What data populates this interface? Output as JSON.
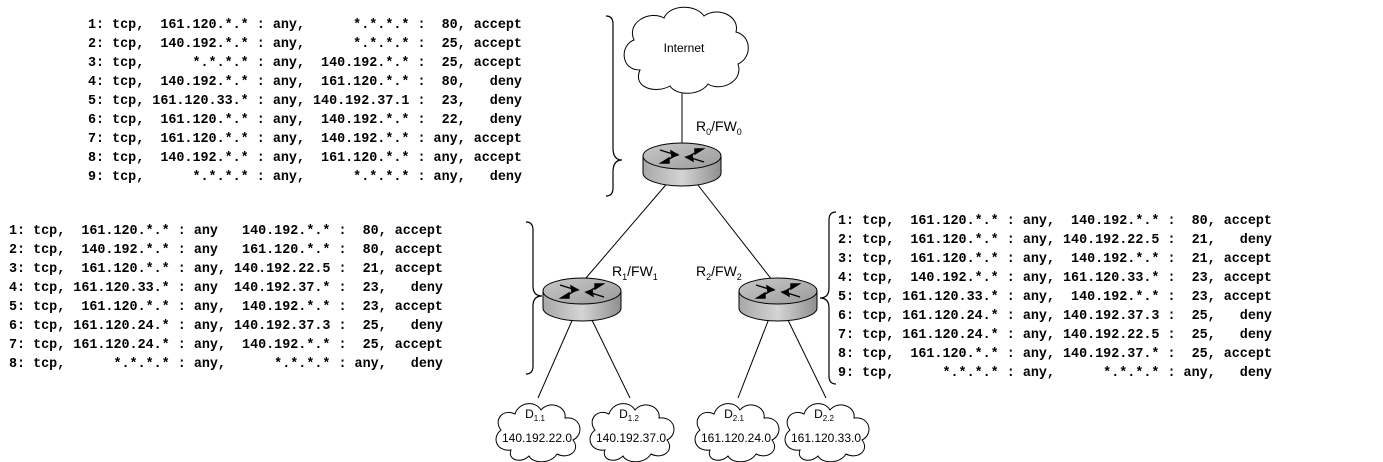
{
  "internet": {
    "label": "Internet"
  },
  "routers": {
    "fw0": {
      "name": "R",
      "sub": "0",
      "sep": "/FW",
      "sub2": "0"
    },
    "fw1": {
      "name": "R",
      "sub": "1",
      "sep": "/FW",
      "sub2": "1"
    },
    "fw2": {
      "name": "R",
      "sub": "2",
      "sep": "/FW",
      "sub2": "2"
    }
  },
  "domains": [
    {
      "name": "D",
      "sub": "1.1",
      "net": "140.192.22.0"
    },
    {
      "name": "D",
      "sub": "1.2",
      "net": "140.192.37.0"
    },
    {
      "name": "D",
      "sub": "2.1",
      "net": "161.120.24.0"
    },
    {
      "name": "D",
      "sub": "2.2",
      "net": "161.120.33.0"
    }
  ],
  "rules_fw0": [
    "1: tcp,  161.120.*.* : any,      *.*.*.* :  80, accept",
    "2: tcp,  140.192.*.* : any,      *.*.*.* :  25, accept",
    "3: tcp,      *.*.*.* : any,  140.192.*.* :  25, accept",
    "4: tcp,  140.192.*.* : any,  161.120.*.* :  80,   deny",
    "5: tcp, 161.120.33.* : any, 140.192.37.1 :  23,   deny",
    "6: tcp,  161.120.*.* : any,  140.192.*.* :  22,   deny",
    "7: tcp,  161.120.*.* : any,  140.192.*.* : any, accept",
    "8: tcp,  140.192.*.* : any,  161.120.*.* : any, accept",
    "9: tcp,      *.*.*.* : any,      *.*.*.* : any,   deny"
  ],
  "rules_fw1": [
    "1: tcp,  161.120.*.* : any   140.192.*.* :  80, accept",
    "2: tcp,  140.192.*.* : any   161.120.*.* :  80, accept",
    "3: tcp,  161.120.*.* : any, 140.192.22.5 :  21, accept",
    "4: tcp, 161.120.33.* : any  140.192.37.* :  23,   deny",
    "5: tcp,  161.120.*.* : any,  140.192.*.* :  23, accept",
    "6: tcp, 161.120.24.* : any, 140.192.37.3 :  25,   deny",
    "7: tcp, 161.120.24.* : any,  140.192.*.* :  25, accept",
    "8: tcp,      *.*.*.* : any,      *.*.*.* : any,   deny"
  ],
  "rules_fw2": [
    "1: tcp,  161.120.*.* : any,  140.192.*.* :  80, accept",
    "2: tcp,  161.120.*.* : any, 140.192.22.5 :  21,   deny",
    "3: tcp,  161.120.*.* : any,  140.192.*.* :  21, accept",
    "4: tcp,  140.192.*.* : any, 161.120.33.* :  23, accept",
    "5: tcp, 161.120.33.* : any,  140.192.*.* :  23, accept",
    "6: tcp, 161.120.24.* : any, 140.192.37.3 :  25,   deny",
    "7: tcp, 161.120.24.* : any, 140.192.22.5 :  25,   deny",
    "8: tcp,  161.120.*.* : any, 140.192.37.* :  25, accept",
    "9: tcp,      *.*.*.* : any,      *.*.*.* : any,   deny"
  ]
}
